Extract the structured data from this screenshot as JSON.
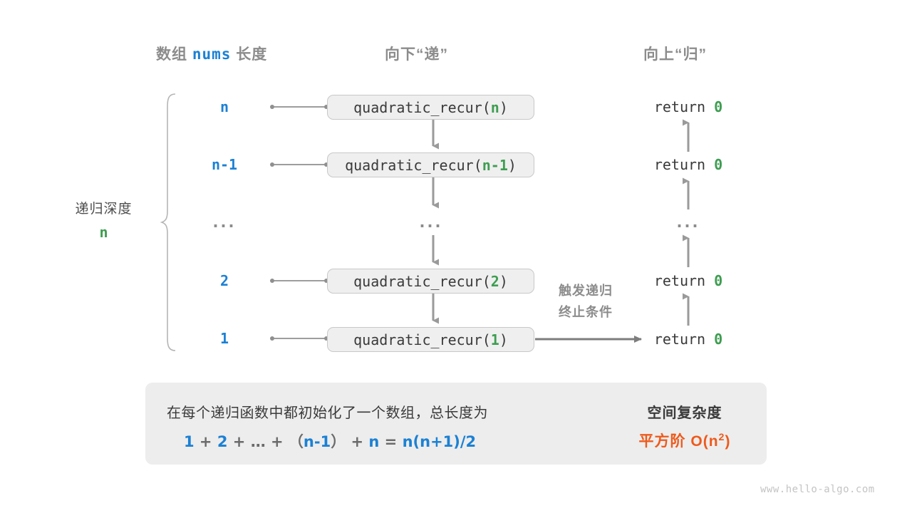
{
  "headers": {
    "left_prefix": "数组 ",
    "left_var": "nums",
    "left_suffix": " 长度",
    "middle": "向下“递”",
    "right": "向上“归”"
  },
  "depth_annotation": {
    "label": "递归深度",
    "value": "n"
  },
  "rows": [
    {
      "depth_label": "n",
      "fn_prefix": "quadratic_recur(",
      "fn_arg": "n",
      "fn_suffix": ")",
      "return_text": "return ",
      "return_value": "0"
    },
    {
      "depth_label": "n-1",
      "fn_prefix": "quadratic_recur(",
      "fn_arg": "n-1",
      "fn_suffix": ")",
      "return_text": "return ",
      "return_value": "0"
    },
    {
      "depth_label": "...",
      "fn_prefix": "...",
      "fn_arg": "",
      "fn_suffix": "",
      "return_text": "...",
      "return_value": ""
    },
    {
      "depth_label": "2",
      "fn_prefix": "quadratic_recur(",
      "fn_arg": "2",
      "fn_suffix": ")",
      "return_text": "return ",
      "return_value": "0"
    },
    {
      "depth_label": "1",
      "fn_prefix": "quadratic_recur(",
      "fn_arg": "1",
      "fn_suffix": ")",
      "return_text": "return ",
      "return_value": "0"
    }
  ],
  "terminate_note": {
    "line1": "触发递归",
    "line2": "终止条件"
  },
  "summary": {
    "description": "在每个递归函数中都初始化了一个数组，总长度为",
    "formula": {
      "t1": "1",
      "o1": " + ",
      "t2": "2",
      "o2": " + ",
      "t3": "…",
      "o3": " + ",
      "o4": "（",
      "t4": "n-1",
      "o5": "）",
      "o6": " + ",
      "t5": "n",
      "o7": " = ",
      "t6": "n(n+1)/2"
    },
    "title": "空间复杂度",
    "result_prefix": "平方阶 O(n",
    "result_exp": "2",
    "result_suffix": ")"
  },
  "watermark": "www.hello-algo.com",
  "colors": {
    "blue": "#1B81D4",
    "green": "#3E9D51",
    "orange": "#EE5A1C",
    "gray_text": "#8c8c8c",
    "box_fill": "#efefef",
    "panel_fill": "#ededed"
  }
}
